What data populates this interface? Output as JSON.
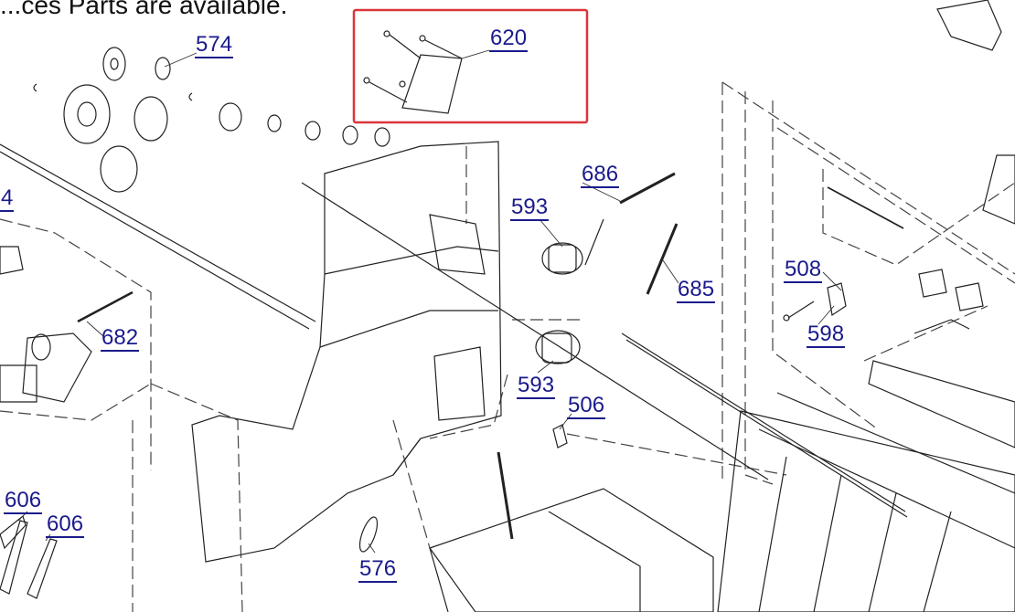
{
  "header": {
    "text": "...ces Parts are available."
  },
  "highlight_color": "#d9363a",
  "callout_color": "#1a1a8c",
  "callouts": {
    "p574": "574",
    "p620": "620",
    "p686": "686",
    "p593a": "593",
    "p593b": "593",
    "p685": "685",
    "p508": "508",
    "p598": "598",
    "p682": "682",
    "p506": "506",
    "p576": "576",
    "p606a": "606",
    "p606b": "606",
    "p4": "4"
  }
}
